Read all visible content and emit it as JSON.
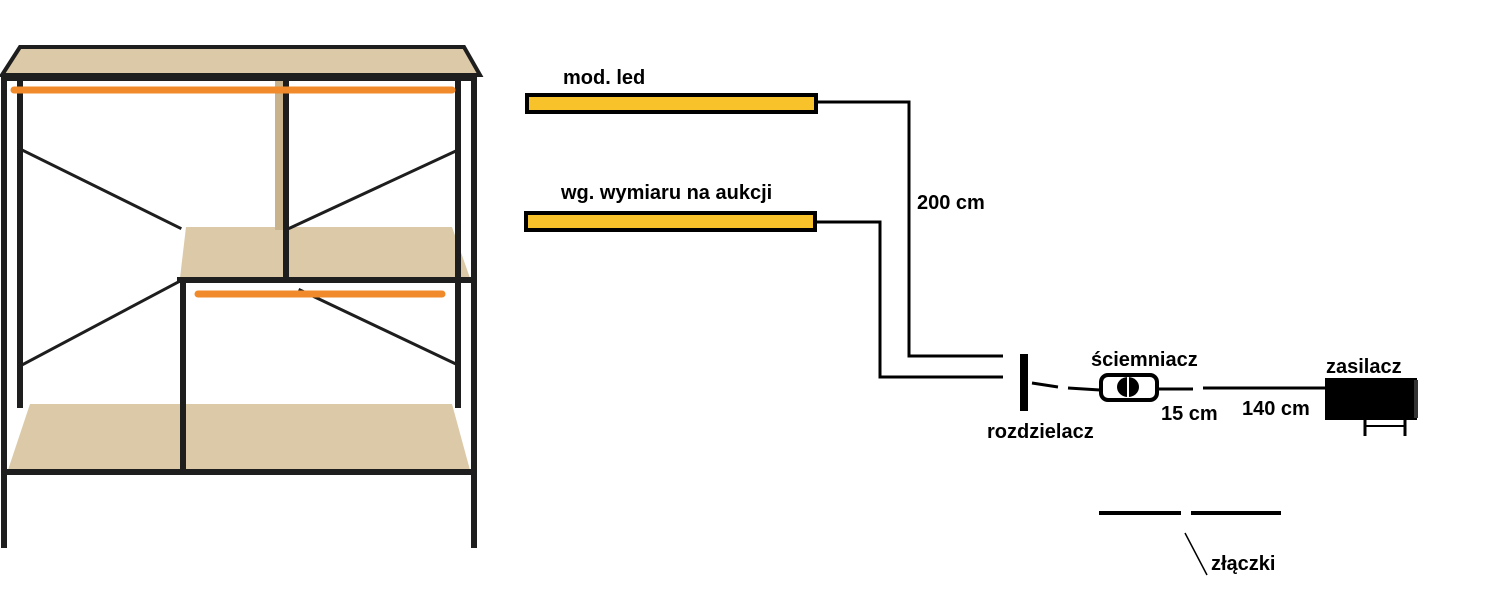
{
  "labels": {
    "led_module": "mod. led",
    "auction_size": "wg. wymiaru na aukcji",
    "length_200": "200 cm",
    "dimmer": "ściemniacz",
    "power_supply": "zasilacz",
    "length_15": "15 cm",
    "length_140": "140 cm",
    "splitter": "rozdzielacz",
    "connectors": "złączki"
  },
  "colors": {
    "led_strip_fill": "#f7c22a",
    "orange_strip": "#f08a2a",
    "wood": "#dcc9a8",
    "wood_dark": "#c9b38c",
    "frame": "#1e1e1e",
    "wire": "#000000"
  }
}
